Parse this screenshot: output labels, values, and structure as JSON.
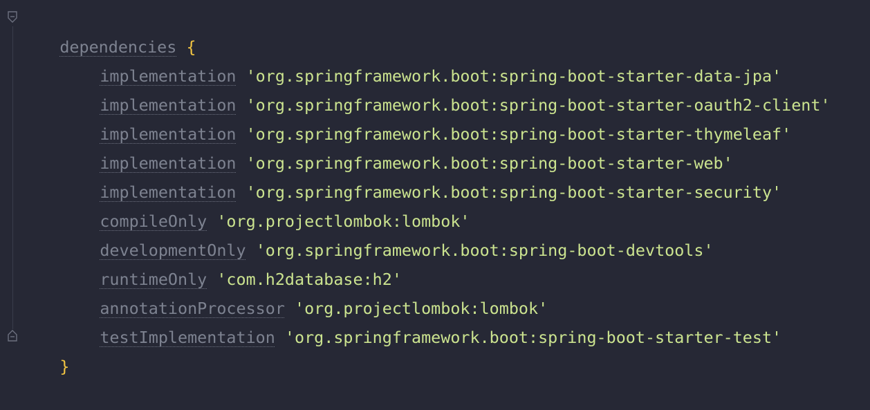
{
  "editor": {
    "block": {
      "keyword": "dependencies",
      "open_brace": "{",
      "close_brace": "}"
    },
    "lines": [
      {
        "config": "implementation",
        "value": "'org.springframework.boot:spring-boot-starter-data-jpa'"
      },
      {
        "config": "implementation",
        "value": "'org.springframework.boot:spring-boot-starter-oauth2-client'"
      },
      {
        "config": "implementation",
        "value": "'org.springframework.boot:spring-boot-starter-thymeleaf'"
      },
      {
        "config": "implementation",
        "value": "'org.springframework.boot:spring-boot-starter-web'"
      },
      {
        "config": "implementation",
        "value": "'org.springframework.boot:spring-boot-starter-security'"
      },
      {
        "config": "compileOnly",
        "value": "'org.projectlombok:lombok'"
      },
      {
        "config": "developmentOnly",
        "value": "'org.springframework.boot:spring-boot-devtools'"
      },
      {
        "config": "runtimeOnly",
        "value": "'com.h2database:h2'"
      },
      {
        "config": "annotationProcessor",
        "value": "'org.projectlombok:lombok'"
      },
      {
        "config": "testImplementation",
        "value": "'org.springframework.boot:spring-boot-starter-test'"
      }
    ]
  },
  "colors": {
    "background": "#262835",
    "keyword": "#7d8290",
    "string": "#cbe38f",
    "brace": "#f2c542"
  },
  "icons": [
    "fold-open-icon",
    "fold-close-icon"
  ]
}
